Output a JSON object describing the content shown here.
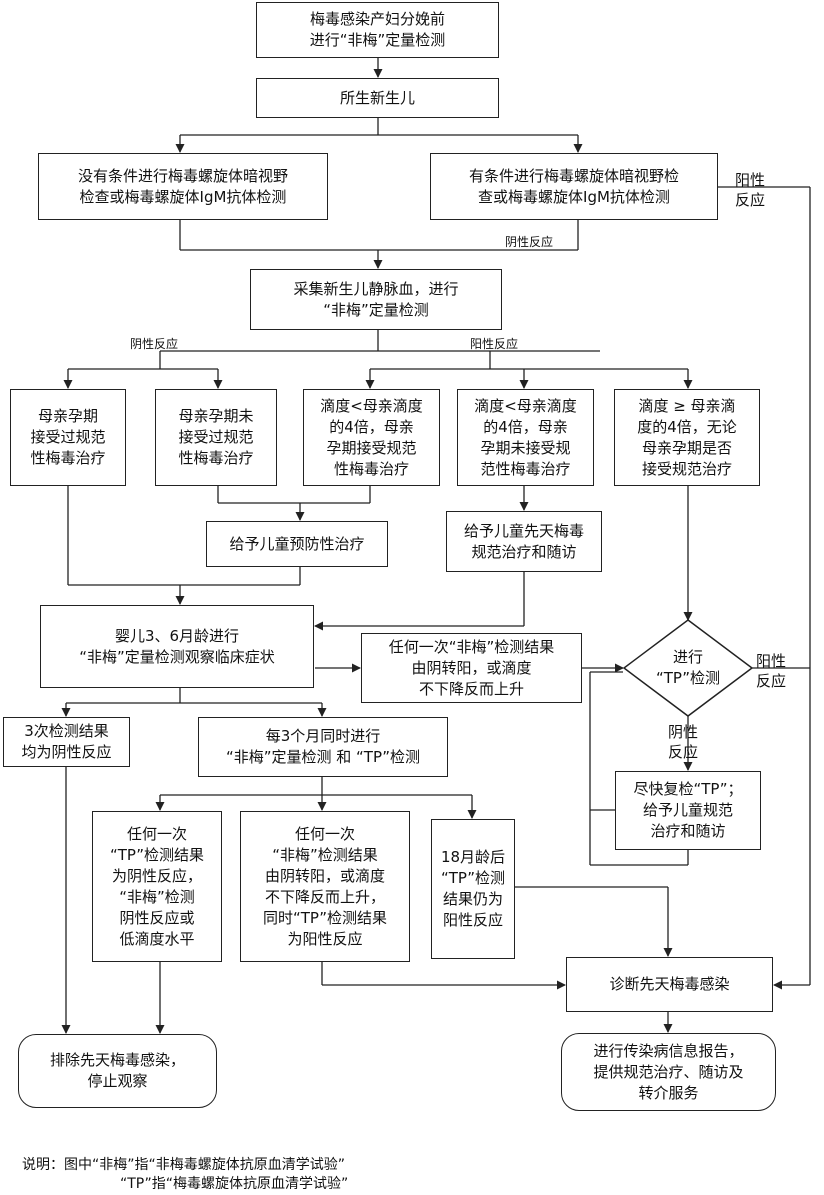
{
  "boxes": {
    "b1": [
      "梅毒感染产妇分娩前",
      "进行“非梅”定量检测"
    ],
    "b2": [
      "所生新生儿"
    ],
    "b3": [
      "没有条件进行梅毒螺旋体暗视野",
      "检查或梅毒螺旋体IgM抗体检测"
    ],
    "b4": [
      "有条件进行梅毒螺旋体暗视野检",
      "查或梅毒螺旋体IgM抗体检测"
    ],
    "b5": [
      "采集新生儿静脉血，进行",
      "“非梅”定量检测"
    ],
    "b6": [
      "母亲孕期",
      "接受过规范",
      "性梅毒治疗"
    ],
    "b7": [
      "母亲孕期未",
      "接受过规范",
      "性梅毒治疗"
    ],
    "b8": [
      "滴度<母亲滴度",
      "的4倍，母亲",
      "孕期接受规范",
      "性梅毒治疗"
    ],
    "b9": [
      "滴度<母亲滴度",
      "的4倍，母亲",
      "孕期未接受规",
      "范性梅毒治疗"
    ],
    "b10": [
      "滴度 ≥ 母亲滴",
      "度的4倍，无论",
      "母亲孕期是否",
      "接受规范治疗"
    ],
    "b11": [
      "给予儿童预防性治疗"
    ],
    "b12": [
      "给予儿童先天梅毒",
      "规范治疗和随访"
    ],
    "b13": [
      "婴儿3、6月龄进行",
      "“非梅”定量检测观察临床症状"
    ],
    "b14": [
      "任何一次“非梅”检测结果",
      "由阴转阳，或滴度",
      "不下降反而上升"
    ],
    "b15": [
      "3次检测结果",
      "均为阴性反应"
    ],
    "b16": [
      "每3个月同时进行",
      "“非梅”定量检测 和 “TP”检测"
    ],
    "b17": [
      "尽快复检“TP”；",
      "给予儿童规范",
      "治疗和随访"
    ],
    "b18": [
      "任何一次",
      "“TP”检测结果",
      "为阴性反应，",
      "“非梅”检测",
      "阴性反应或",
      "低滴度水平"
    ],
    "b19": [
      "任何一次",
      "“非梅”检测结果",
      "由阴转阳，或滴度",
      "不下降反而上升，",
      "同时“TP”检测结果",
      "为阳性反应"
    ],
    "b20": [
      "18月龄后",
      "“TP”检测",
      "结果仍为",
      "阳性反应"
    ],
    "b21": [
      "诊断先天梅毒感染"
    ],
    "b22": [
      "排除先天梅毒感染，",
      "停止观察"
    ],
    "b23": [
      "进行传染病信息报告，",
      "提供规范治疗、随访及",
      "转介服务"
    ]
  },
  "diamond": [
    "进行",
    "“TP”检测"
  ],
  "labels": {
    "pos_right_top": [
      "阳性",
      "反应"
    ],
    "neg_small_1": "阴性反应",
    "neg_small_2": "阴性反应",
    "pos_small": "阳性反应",
    "pos_diamond": [
      "阳性",
      "反应"
    ],
    "neg_diamond": [
      "阴性",
      "反应"
    ]
  },
  "note": [
    "说明：图中“非梅”指“非梅毒螺旋体抗原血清学试验”",
    "“TP”指“梅毒螺旋体抗原血清学试验”"
  ]
}
